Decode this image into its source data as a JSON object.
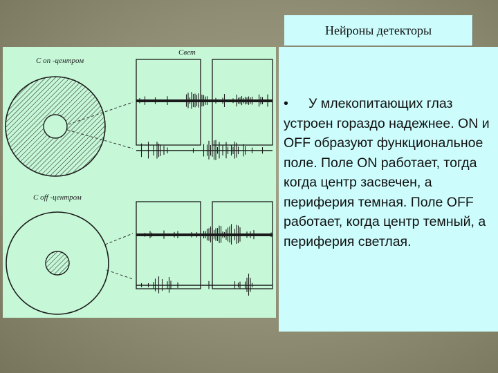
{
  "slide": {
    "title": "Нейроны детекторы",
    "bullet_marker": "•",
    "body": "У млекопитающих глаз устроен гораздо надежнее. ON и OFF  образуют функциональное поле. Поле ON работает, тогда когда  центр засвечен,  а периферия темная. Поле OFF работает, когда центр темный, а периферия светлая."
  },
  "figure": {
    "label_on_center": "С  on  -центром",
    "label_off_center": "С   off -центром",
    "label_light": "Свет",
    "colors": {
      "background": "#c6f8d8",
      "ink": "#1a1a1a"
    }
  }
}
